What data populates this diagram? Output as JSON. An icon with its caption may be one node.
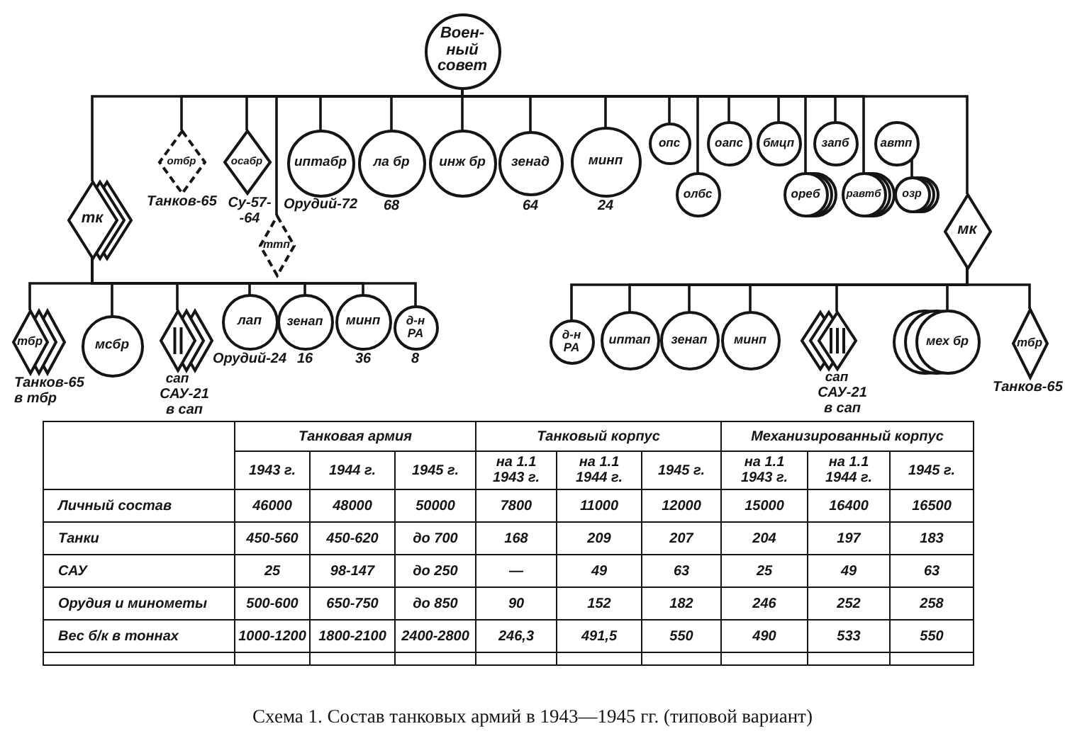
{
  "diagram": {
    "caption": "Схема 1. Состав танковых армий в 1943—1945 гг. (типовой вариант)",
    "nodes": [
      {
        "text": [
          "Воен- ный совет"
        ]
      },
      {
        "text": [
          "тк"
        ]
      },
      {
        "text": [
          "отбр"
        ],
        "beside": [
          "Танков-65"
        ]
      },
      {
        "text": [
          "осабр"
        ],
        "beside": [
          "Су-57- -64"
        ]
      },
      {
        "text": [
          "ттп"
        ]
      },
      {
        "text": [
          "иптабр"
        ],
        "beside": [
          "Орудий-72"
        ]
      },
      {
        "text": [
          "ла бр"
        ],
        "beside": [
          "68"
        ]
      },
      {
        "text": [
          "инж бр"
        ]
      },
      {
        "text": [
          "зенад"
        ],
        "beside": [
          "64"
        ]
      },
      {
        "text": [
          "минп"
        ],
        "beside": [
          "24"
        ]
      },
      {
        "text": [
          "опс"
        ]
      },
      {
        "text": [
          "олбс"
        ]
      },
      {
        "text": [
          "оапс"
        ]
      },
      {
        "text": [
          "бмцп"
        ]
      },
      {
        "text": [
          "ореб"
        ]
      },
      {
        "text": [
          "запб"
        ]
      },
      {
        "text": [
          "равтб"
        ]
      },
      {
        "text": [
          "автп"
        ]
      },
      {
        "text": [
          "озр"
        ]
      },
      {
        "text": [
          "мк"
        ]
      },
      {
        "text": [
          "тбр"
        ],
        "beside": [
          "Танков-65 в тбр"
        ]
      },
      {
        "text": [
          "мсбр"
        ]
      },
      {
        "text": [
          "сап"
        ],
        "beside": [
          "САУ-21 в сап"
        ]
      },
      {
        "text": [
          "лап"
        ],
        "beside": [
          "Орудий-24"
        ]
      },
      {
        "text": [
          "зенап"
        ],
        "beside": [
          "16"
        ]
      },
      {
        "text": [
          "минп"
        ],
        "beside": [
          "36"
        ]
      },
      {
        "text": [
          "д-н РА"
        ],
        "beside": [
          "8"
        ]
      },
      {
        "text": [
          "д-н РА"
        ]
      },
      {
        "text": [
          "иптап"
        ]
      },
      {
        "text": [
          "зенап"
        ]
      },
      {
        "text": [
          "минп"
        ]
      },
      {
        "text": [
          "сап"
        ],
        "beside": [
          "САУ-21 в сап"
        ]
      },
      {
        "text": [
          "мех бр"
        ]
      },
      {
        "text": [
          "тбр"
        ],
        "beside": [
          "Танков-65"
        ]
      }
    ],
    "edges": [
      {
        "from": 0,
        "to": 1,
        "arrow": "none"
      },
      {
        "from": 0,
        "to": 2,
        "arrow": "none"
      },
      {
        "from": 0,
        "to": 3,
        "arrow": "none"
      },
      {
        "from": 0,
        "to": 4,
        "arrow": "none"
      },
      {
        "from": 0,
        "to": 5,
        "arrow": "none"
      },
      {
        "from": 0,
        "to": 6,
        "arrow": "none"
      },
      {
        "from": 0,
        "to": 7,
        "arrow": "none"
      },
      {
        "from": 0,
        "to": 8,
        "arrow": "none"
      },
      {
        "from": 0,
        "to": 9,
        "arrow": "none"
      },
      {
        "from": 0,
        "to": 10,
        "arrow": "none"
      },
      {
        "from": 0,
        "to": 11,
        "arrow": "none"
      },
      {
        "from": 0,
        "to": 12,
        "arrow": "none"
      },
      {
        "from": 0,
        "to": 13,
        "arrow": "none"
      },
      {
        "from": 0,
        "to": 14,
        "arrow": "none"
      },
      {
        "from": 0,
        "to": 15,
        "arrow": "none"
      },
      {
        "from": 0,
        "to": 16,
        "arrow": "none"
      },
      {
        "from": 17,
        "to": 18,
        "arrow": "none"
      },
      {
        "from": 0,
        "to": 19,
        "arrow": "none"
      },
      {
        "from": 1,
        "to": 20,
        "arrow": "none"
      },
      {
        "from": 1,
        "to": 21,
        "arrow": "none"
      },
      {
        "from": 1,
        "to": 22,
        "arrow": "none"
      },
      {
        "from": 1,
        "to": 23,
        "arrow": "none"
      },
      {
        "from": 1,
        "to": 24,
        "arrow": "none"
      },
      {
        "from": 1,
        "to": 25,
        "arrow": "none"
      },
      {
        "from": 1,
        "to": 26,
        "arrow": "none"
      },
      {
        "from": 19,
        "to": 27,
        "arrow": "none"
      },
      {
        "from": 19,
        "to": 28,
        "arrow": "none"
      },
      {
        "from": 19,
        "to": 29,
        "arrow": "none"
      },
      {
        "from": 19,
        "to": 30,
        "arrow": "none"
      },
      {
        "from": 19,
        "to": 31,
        "arrow": "none"
      },
      {
        "from": 19,
        "to": 32,
        "arrow": "none"
      },
      {
        "from": 19,
        "to": 33,
        "arrow": "none"
      }
    ],
    "labels": [
      "Танковая армия",
      "Танковый корпус",
      "Механизированный корпус",
      "1943 г.",
      "1944 г.",
      "1945 г.",
      "на 1.1 1943 г.",
      "на 1.1 1944 г.",
      "1945 г.",
      "на 1.1 1943 г.",
      "на 1.1 1944 г.",
      "1945 г.",
      "Личный состав",
      "46000",
      "48000",
      "50000",
      "7800",
      "11000",
      "12000",
      "15000",
      "16400",
      "16500",
      "Танки",
      "450-560",
      "450-620",
      "до 700",
      "168",
      "209",
      "207",
      "204",
      "197",
      "183",
      "САУ",
      "25",
      "98-147",
      "до 250",
      "—",
      "49",
      "63",
      "25",
      "49",
      "63",
      "Орудия и минометы",
      "500-600",
      "650-750",
      "до 850",
      "90",
      "152",
      "182",
      "246",
      "252",
      "258",
      "Вес б/к в тоннах",
      "1000-1200",
      "1800-2100",
      "2400-2800",
      "246,3",
      "491,5",
      "550",
      "490",
      "533",
      "550"
    ]
  }
}
